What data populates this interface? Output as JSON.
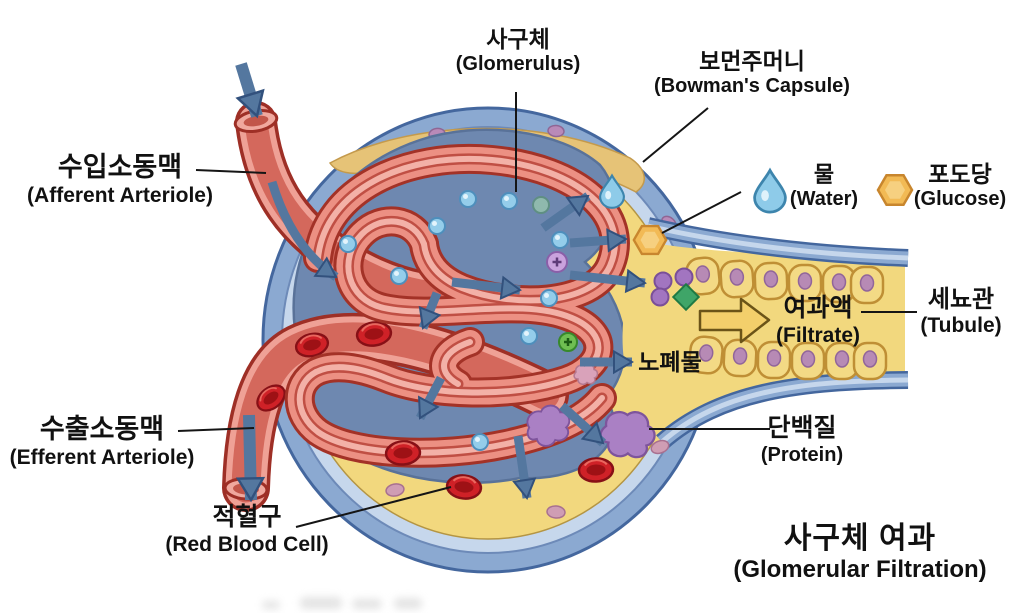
{
  "diagram_title": {
    "korean": "사구체 여과",
    "english": "(Glomerular Filtration)"
  },
  "labels": {
    "glomerulus": {
      "korean": "사구체",
      "english": "(Glomerulus)"
    },
    "bowmans_capsule": {
      "korean": "보먼주머니",
      "english": "(Bowman's Capsule)"
    },
    "afferent_arteriole": {
      "korean": "수입소동맥",
      "english": "(Afferent Arteriole)"
    },
    "efferent_arteriole": {
      "korean": "수출소동맥",
      "english": "(Efferent Arteriole)"
    },
    "red_blood_cell": {
      "korean": "적혈구",
      "english": "(Red Blood Cell)"
    },
    "protein": {
      "korean": "단백질",
      "english": "(Protein)"
    },
    "waste": {
      "korean": "노폐물"
    },
    "filtrate": {
      "korean": "여과액",
      "english": "(Filtrate)"
    },
    "tubule": {
      "korean": "세뇨관",
      "english": "(Tubule)"
    }
  },
  "legend": {
    "water": {
      "icon": "water-drop-icon",
      "korean": "물",
      "english": "(Water)"
    },
    "glucose": {
      "icon": "glucose-hexagon-icon",
      "korean": "포도당",
      "english": "(Glucose)"
    }
  },
  "colors": {
    "vessel_red": "#d4685c",
    "vessel_outline": "#9e2f26",
    "capsule_blue": "#8ba9d1",
    "capsule_inner_blue": "#c6d7ec",
    "interior_blue_gray": "#6e88b0",
    "filtrate_yellow": "#f2d87e",
    "flow_arrow_blue": "#54779f",
    "water_drop_blue": "#8ecbe9",
    "glucose_orange": "#f2ba55",
    "protein_purple": "#aa80c4",
    "red_blood_cell": "#cf2127",
    "label_text": "#111111"
  }
}
